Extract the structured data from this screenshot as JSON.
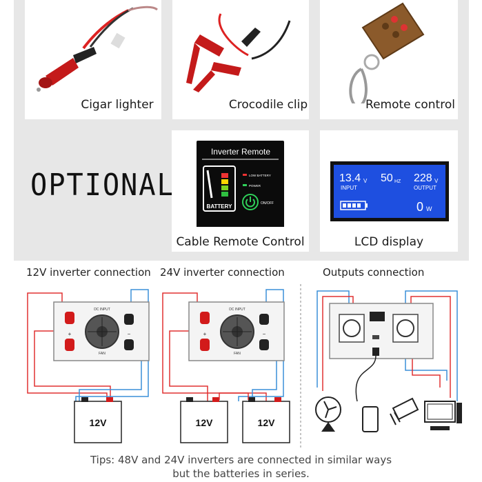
{
  "optional_label": "OPTIONAL",
  "accessories": [
    {
      "label": "Cigar lighter"
    },
    {
      "label": "Crocodile clip"
    },
    {
      "label": "Remote control"
    },
    {
      "label": "Cable Remote Control"
    },
    {
      "label": "LCD display"
    }
  ],
  "remote_panel": {
    "title": "Inverter Remote",
    "battery_label": "BATTERY",
    "low_battery_label": "LOW BATTERY",
    "power_label": "POWER",
    "onoff_label": "ON/OFF"
  },
  "lcd": {
    "input_value": "13.4",
    "input_unit": "V",
    "input_label": "INPUT",
    "freq_value": "50",
    "freq_unit": "HZ",
    "output_value": "228",
    "output_unit": "V",
    "output_label": "OUTPUT",
    "watt_value": "0",
    "watt_unit": "W"
  },
  "diagrams": {
    "heading_12v": "12V inverter connection",
    "heading_24v": "24V inverter connection",
    "heading_outputs": "Outputs connection",
    "dc_input": "DC INPUT",
    "fan": "FAN",
    "battery_label": "12V",
    "plus": "+",
    "minus": "−"
  },
  "tips_line1": "Tips: 48V and 24V inverters are connected in similar ways",
  "tips_line2": "but the batteries in series.",
  "colors": {
    "wire_red": "#e03030",
    "wire_blue": "#3a8fd8",
    "lcd_blue": "#1e4fe0",
    "remote_green": "#2fd05a"
  }
}
